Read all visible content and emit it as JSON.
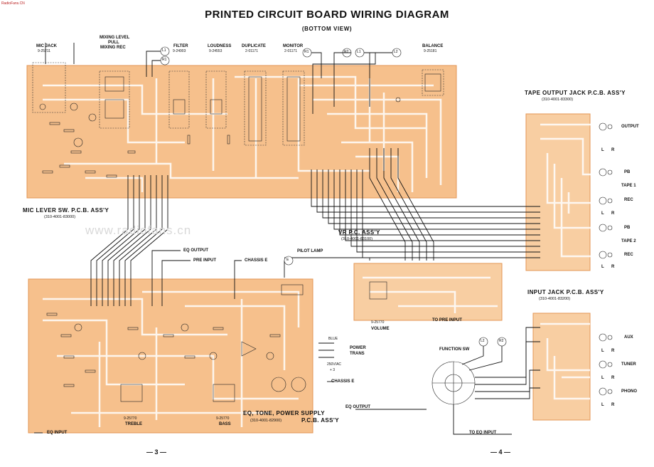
{
  "watermark_top": "RadioFans.CN",
  "watermark_center": "www.radiofans.cn",
  "header": {
    "title": "PRINTED CIRCUIT BOARD WIRING DIAGRAM",
    "subtitle": "(BOTTOM VIEW)"
  },
  "boards": {
    "mic_lever": {
      "title": "MIC LEVER SW. P.C.B. ASS'Y",
      "code": "(310-4001-83000)"
    },
    "tape_output": {
      "title": "TAPE OUTPUT JACK P.C.B. ASS'Y",
      "code": "(310-4001-83300)"
    },
    "vr": {
      "title": "VR P.C. ASS'Y",
      "code": "(310-4001-83100)"
    },
    "input_jack": {
      "title": "INPUT JACK P.C.B. ASS'Y",
      "code": "(310-4001-83200)"
    },
    "eq_tone": {
      "title": "EQ, TONE, POWER SUPPLY",
      "title2": "P.C.B. ASS'Y",
      "code": "(310-4001-82900)"
    }
  },
  "top_controls": {
    "mic_jack": {
      "label": "MIC JACK",
      "part": "9-25211"
    },
    "mixing_level": {
      "l1": "MIXING LEVEL",
      "l2": "PULL",
      "l3": "MIXING REC"
    },
    "filter": {
      "label": "FILTER",
      "part": "9-24903"
    },
    "loudness": {
      "label": "LOUDNESS",
      "part": "9-24553"
    },
    "duplicate": {
      "label": "DUPLICATE",
      "part": "2-01171"
    },
    "monitor": {
      "label": "MONITOR",
      "part": "2-01171"
    },
    "balance": {
      "label": "BALANCE",
      "part": "9-25181"
    }
  },
  "connectors": {
    "l1": "L1",
    "r1": "R1",
    "r1b": "R1",
    "r2": "R2",
    "l1b": "L1",
    "l2": "L2",
    "e": "E",
    "l2b": "L2",
    "r2b": "R2"
  },
  "tape_jacks": {
    "output": "OUTPUT",
    "pb1": "PB",
    "tape1": "TAPE 1",
    "rec1": "REC",
    "pb2": "PB",
    "tape2": "TAPE 2",
    "rec2": "REC",
    "l": "L",
    "r": "R"
  },
  "input_jacks": {
    "aux": "AUX",
    "tuner": "TUNER",
    "phono": "PHONO",
    "l": "L",
    "r": "R"
  },
  "eq_labels": {
    "eq_output": "EQ OUTPUT",
    "pre_input": "PRE INPUT",
    "chassis_e": "CHASSIS E",
    "pilot_lamp": "PILOT LAMP",
    "power_trans_1": "POWER",
    "power_trans_2": "TRANS",
    "chassis_e2": "CHASSIS E",
    "eq_input": "EQ INPUT",
    "treble": "TREBLE",
    "treble_part": "9-25770",
    "bass": "BASS",
    "bass_part": "9-25770",
    "volume": "VOLUME",
    "volume_part": "9-25770",
    "function_sw": "FUNCTION SW",
    "to_pre_input": "TO PRE INPUT",
    "eq_output2": "EQ OUTPUT",
    "to_eq_input": "TO EQ INPUT",
    "blue": "BLUE",
    "ac": "250V/AC",
    "plus3": "+ 3"
  },
  "pages": {
    "left": "— 3 —",
    "right": "— 4 —"
  }
}
